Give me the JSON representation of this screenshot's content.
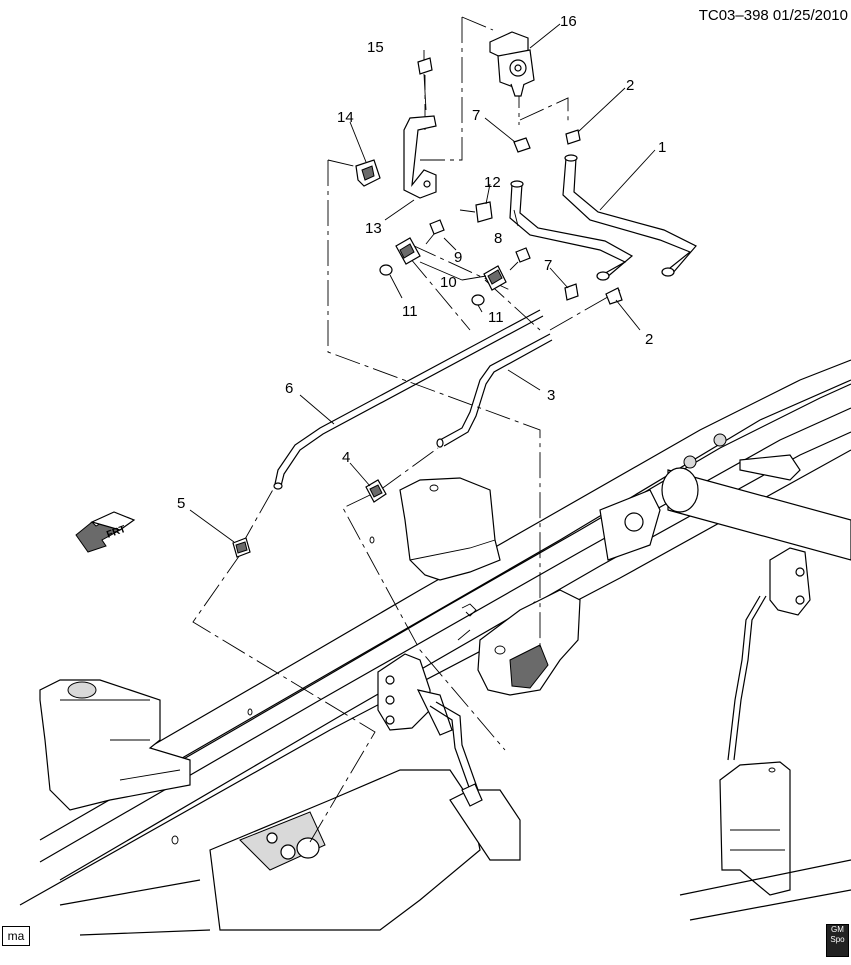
{
  "header": {
    "ref": "TC03–398  01/25/2010"
  },
  "callouts": [
    {
      "id": "c1",
      "text": "1"
    },
    {
      "id": "c2a",
      "text": "2"
    },
    {
      "id": "c2b",
      "text": "2"
    },
    {
      "id": "c3",
      "text": "3"
    },
    {
      "id": "c4",
      "text": "4"
    },
    {
      "id": "c5",
      "text": "5"
    },
    {
      "id": "c6",
      "text": "6"
    },
    {
      "id": "c7a",
      "text": "7"
    },
    {
      "id": "c7b",
      "text": "7"
    },
    {
      "id": "c8",
      "text": "8"
    },
    {
      "id": "c9",
      "text": "9"
    },
    {
      "id": "c10",
      "text": "10"
    },
    {
      "id": "c11a",
      "text": "11"
    },
    {
      "id": "c11b",
      "text": "11"
    },
    {
      "id": "c12",
      "text": "12"
    },
    {
      "id": "c13",
      "text": "13"
    },
    {
      "id": "c14",
      "text": "14"
    },
    {
      "id": "c15",
      "text": "15"
    },
    {
      "id": "c16",
      "text": "16"
    }
  ],
  "direction_arrow": {
    "text": "FRT"
  },
  "footer": {
    "left_tag": "ma",
    "logo_top": "GM",
    "logo_bottom": "Spo"
  }
}
